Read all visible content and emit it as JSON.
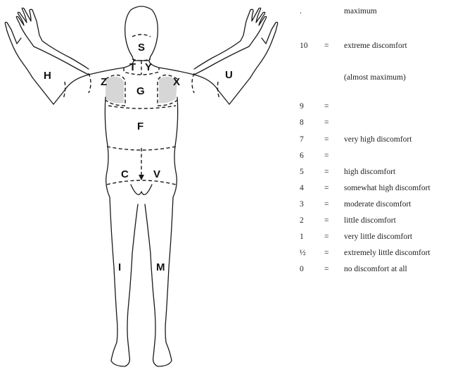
{
  "body_regions": [
    {
      "id": "S"
    },
    {
      "id": "T"
    },
    {
      "id": "Y"
    },
    {
      "id": "H"
    },
    {
      "id": "Z"
    },
    {
      "id": "G"
    },
    {
      "id": "X"
    },
    {
      "id": "U"
    },
    {
      "id": "F"
    },
    {
      "id": "C"
    },
    {
      "id": "V"
    },
    {
      "id": "I"
    },
    {
      "id": "M"
    }
  ],
  "scale": [
    {
      "score": ".",
      "eq": "",
      "desc": "maximum"
    },
    {
      "score": "10",
      "eq": "=",
      "desc": "extreme discomfort"
    },
    {
      "score": "",
      "eq": "",
      "desc": "(almost maximum)"
    },
    {
      "score": "9",
      "eq": "=",
      "desc": ""
    },
    {
      "score": "8",
      "eq": "=",
      "desc": ""
    },
    {
      "score": "7",
      "eq": "=",
      "desc": "very high discomfort"
    },
    {
      "score": "6",
      "eq": "=",
      "desc": ""
    },
    {
      "score": "5",
      "eq": "=",
      "desc": "high discomfort"
    },
    {
      "score": "4",
      "eq": "=",
      "desc": "somewhat high discomfort"
    },
    {
      "score": "3",
      "eq": "=",
      "desc": "moderate discomfort"
    },
    {
      "score": "2",
      "eq": "=",
      "desc": "little discomfort"
    },
    {
      "score": "1",
      "eq": "=",
      "desc": "very little discomfort"
    },
    {
      "score": "½",
      "eq": "=",
      "desc": "extremely little discomfort"
    },
    {
      "score": "0",
      "eq": "=",
      "desc": "no discomfort at all"
    }
  ]
}
